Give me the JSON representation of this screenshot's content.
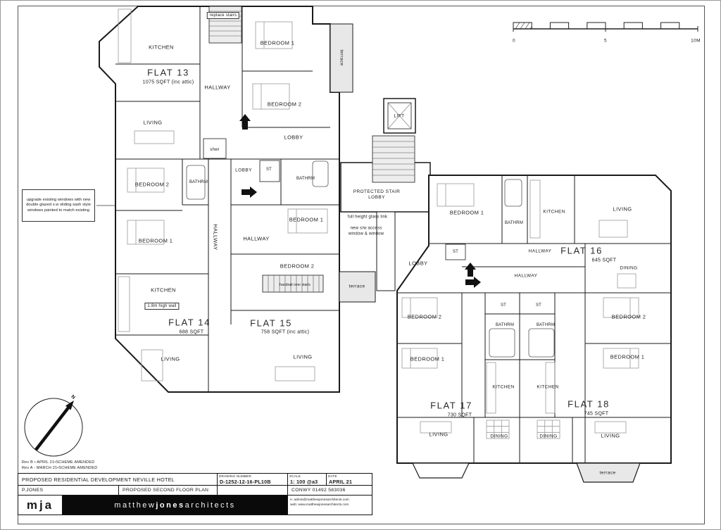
{
  "sheet": {
    "revisions": [
      "Rev B • APRIL 21•SCHEME AMENDED",
      "Rev A - MARCH 21•SCHEME AMENDED"
    ]
  },
  "scale_bar": {
    "labels": [
      "0",
      "5",
      "10M"
    ]
  },
  "north": {
    "label": "N"
  },
  "rooms": {
    "kitchen": "KITCHEN",
    "bedroom_1": "BEDROOM 1",
    "bedroom_2": "BEDROOM 2",
    "hallway": "HALLWAY",
    "lobby": "LOBBY",
    "living": "LIVING",
    "dining": "DINING",
    "bathroom": "BATHRM",
    "store": "ST",
    "lift": "LIFT",
    "shower": "shwr",
    "terrace": "terrace",
    "protected_stair_lobby": "PROTECTED STAIR LOBBY"
  },
  "plan": {
    "flats": [
      {
        "name": "FLAT 13",
        "area": "1075 SQFT (inc attic)"
      },
      {
        "name": "FLAT 14",
        "area": "688 SQFT"
      },
      {
        "name": "FLAT 15",
        "area": "758 SQFT (inc attic)"
      },
      {
        "name": "FLAT 16",
        "area": "645 SQFT"
      },
      {
        "name": "FLAT 17",
        "area": "730 SQFT"
      },
      {
        "name": "FLAT 18",
        "area": "745 SQFT"
      }
    ]
  },
  "notes": {
    "replace_stairs": "replace stairs",
    "upgrade_windows": "upgrade existing windows with new double glazed s.w sliding sash style windows painted to match existing",
    "glass_link": "full height glass link",
    "access_window": "new s/w access window & window",
    "wall_height": "1.8m high wall",
    "handrail": "handrail over stairs"
  },
  "title_block": {
    "project": "PROPOSED RESIDENTIAL DEVELOPMENT NEVILLE HOTEL",
    "author": "P.JONES",
    "drawing_title": "PROPOSED SECOND FLOOR PLAN",
    "drawing_number_label": "DRAWING NUMBER",
    "drawing_number": "D-1252-12-16-PL10B",
    "scale_label": "SCALE",
    "scale": "1: 100 @a3",
    "date_label": "DATE",
    "date": "APRIL 21",
    "phone": "CONWY 01492 583036",
    "email": "e: admin@matthewjonesarchitects.com",
    "web": "web: www.matthewjonesarchitects.com",
    "logo": "mja",
    "firm_parts": [
      "matthew",
      "jones",
      "architects"
    ]
  }
}
